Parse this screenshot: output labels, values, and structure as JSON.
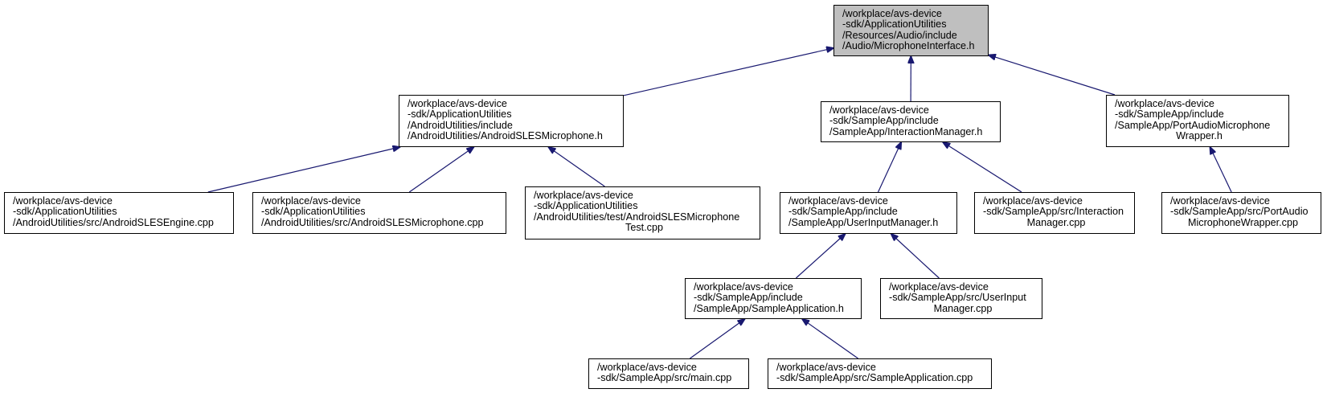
{
  "colors": {
    "edge": "#191970",
    "root_fill": "#bfbfbf",
    "node_fill": "#ffffff",
    "border": "#000000"
  },
  "nodes": [
    {
      "id": "root",
      "lines": [
        "/workplace/avs-device",
        "-sdk/ApplicationUtilities",
        "/Resources/Audio/include",
        "/Audio/MicrophoneInterface.h"
      ]
    },
    {
      "id": "android-mic-h",
      "lines": [
        "/workplace/avs-device",
        "-sdk/ApplicationUtilities",
        "/AndroidUtilities/include",
        "/AndroidUtilities/AndroidSLESMicrophone.h"
      ]
    },
    {
      "id": "interaction-manager-h",
      "lines": [
        "/workplace/avs-device",
        "-sdk/SampleApp/include",
        "/SampleApp/InteractionManager.h"
      ]
    },
    {
      "id": "portaudio-h",
      "lines": [
        "/workplace/avs-device",
        "-sdk/SampleApp/include",
        "/SampleApp/PortAudioMicrophone",
        "Wrapper.h"
      ]
    },
    {
      "id": "sles-engine-cpp",
      "lines": [
        "/workplace/avs-device",
        "-sdk/ApplicationUtilities",
        "/AndroidUtilities/src/AndroidSLESEngine.cpp"
      ]
    },
    {
      "id": "sles-mic-cpp",
      "lines": [
        "/workplace/avs-device",
        "-sdk/ApplicationUtilities",
        "/AndroidUtilities/src/AndroidSLESMicrophone.cpp"
      ]
    },
    {
      "id": "sles-mic-test-cpp",
      "lines": [
        "/workplace/avs-device",
        "-sdk/ApplicationUtilities",
        "/AndroidUtilities/test/AndroidSLESMicrophone",
        "Test.cpp"
      ]
    },
    {
      "id": "user-input-manager-h",
      "lines": [
        "/workplace/avs-device",
        "-sdk/SampleApp/include",
        "/SampleApp/UserInputManager.h"
      ]
    },
    {
      "id": "interaction-manager-cpp",
      "lines": [
        "/workplace/avs-device",
        "-sdk/SampleApp/src/Interaction",
        "Manager.cpp"
      ]
    },
    {
      "id": "portaudio-cpp",
      "lines": [
        "/workplace/avs-device",
        "-sdk/SampleApp/src/PortAudio",
        "MicrophoneWrapper.cpp"
      ]
    },
    {
      "id": "sample-application-h",
      "lines": [
        "/workplace/avs-device",
        "-sdk/SampleApp/include",
        "/SampleApp/SampleApplication.h"
      ]
    },
    {
      "id": "user-input-manager-cpp",
      "lines": [
        "/workplace/avs-device",
        "-sdk/SampleApp/src/UserInput",
        "Manager.cpp"
      ]
    },
    {
      "id": "main-cpp",
      "lines": [
        "/workplace/avs-device",
        "-sdk/SampleApp/src/main.cpp"
      ]
    },
    {
      "id": "sample-application-cpp",
      "lines": [
        "/workplace/avs-device",
        "-sdk/SampleApp/src/SampleApplication.cpp"
      ]
    }
  ],
  "edges": [
    {
      "from": "android-mic-h",
      "to": "root"
    },
    {
      "from": "interaction-manager-h",
      "to": "root"
    },
    {
      "from": "portaudio-h",
      "to": "root"
    },
    {
      "from": "sles-engine-cpp",
      "to": "android-mic-h"
    },
    {
      "from": "sles-mic-cpp",
      "to": "android-mic-h"
    },
    {
      "from": "sles-mic-test-cpp",
      "to": "android-mic-h"
    },
    {
      "from": "user-input-manager-h",
      "to": "interaction-manager-h"
    },
    {
      "from": "interaction-manager-cpp",
      "to": "interaction-manager-h"
    },
    {
      "from": "portaudio-cpp",
      "to": "portaudio-h"
    },
    {
      "from": "sample-application-h",
      "to": "user-input-manager-h"
    },
    {
      "from": "user-input-manager-cpp",
      "to": "user-input-manager-h"
    },
    {
      "from": "main-cpp",
      "to": "sample-application-h"
    },
    {
      "from": "sample-application-cpp",
      "to": "sample-application-h"
    }
  ]
}
